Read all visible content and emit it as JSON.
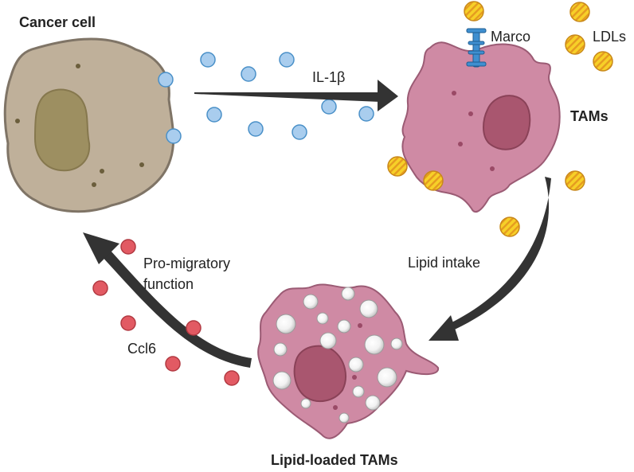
{
  "labels": {
    "cancer_cell": "Cancer cell",
    "il1b": "IL-1β",
    "marco": "Marco",
    "ldls": "LDLs",
    "tams": "TAMs",
    "lipid_intake": "Lipid intake",
    "lipid_loaded_tams": "Lipid-loaded TAMs",
    "pro_migratory_line1": "Pro-migratory",
    "pro_migratory_line2": "function",
    "ccl6": "Ccl6"
  },
  "colors": {
    "cancer_cell_fill": "#bfb09a",
    "cancer_nucleus": "#9d8f61",
    "tam_fill": "#cf8aa4",
    "tam_nucleus": "#a9566f",
    "il1b_dot": "#a9cdee",
    "ccl6_dot": "#e25a63",
    "ldl_yellow": "#f7d028",
    "ldl_stripe": "#e59b20",
    "marco_receptor": "#3f8fd0",
    "arrow": "#333333"
  }
}
